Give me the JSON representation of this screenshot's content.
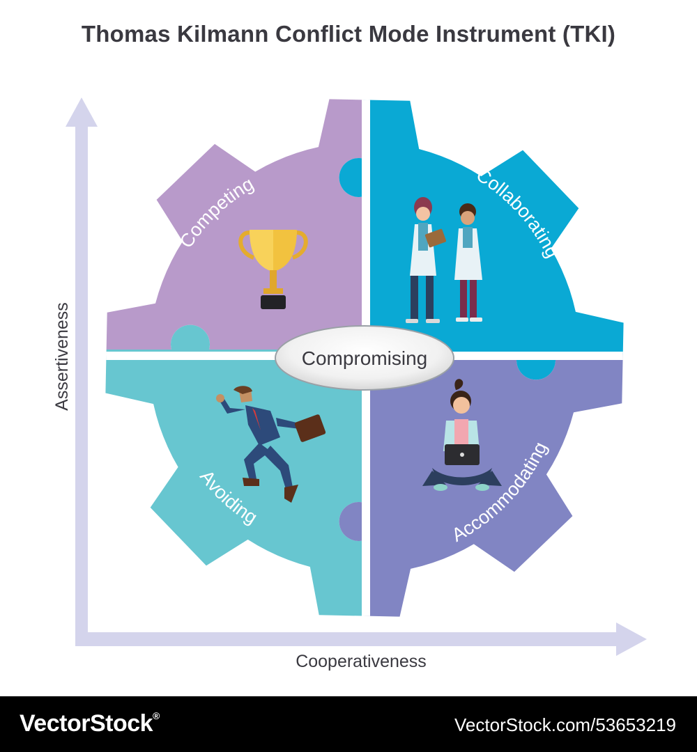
{
  "title": "Thomas Kilmann Conflict Mode Instrument (TKI)",
  "axes": {
    "y_label": "Assertiveness",
    "x_label": "Cooperativeness"
  },
  "center_label": "Compromising",
  "quadrants": {
    "top_left": {
      "label": "Competing",
      "color": "#b89aca",
      "icon": "trophy-icon"
    },
    "top_right": {
      "label": "Collaborating",
      "color": "#0aa9d4",
      "icon": "two-women-illustration"
    },
    "bottom_left": {
      "label": "Avoiding",
      "color": "#67c6d0",
      "icon": "running-businessman-illustration"
    },
    "bottom_right": {
      "label": "Accommodating",
      "color": "#8185c3",
      "icon": "woman-with-laptop-illustration"
    }
  },
  "colors": {
    "axis": "#d4d4ec",
    "title": "#3a3940",
    "text": "#3a3940"
  },
  "footer": {
    "brand": "VectorStock",
    "registered_mark": "®",
    "image_id": "VectorStock.com/53653219"
  }
}
